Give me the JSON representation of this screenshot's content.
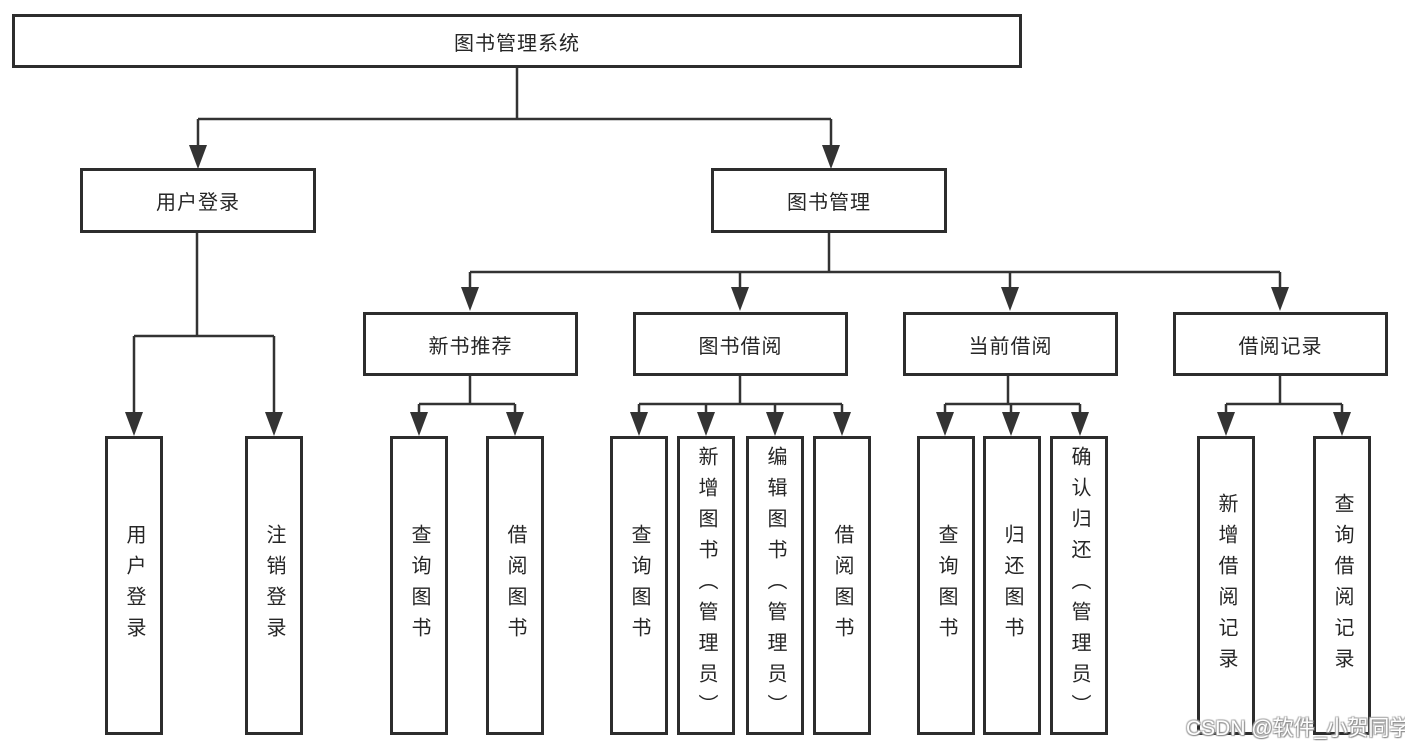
{
  "tree": {
    "root": {
      "label": "图书管理系统",
      "children": [
        {
          "label": "用户登录",
          "children": [
            {
              "label": "用户登录"
            },
            {
              "label": "注销登录"
            }
          ]
        },
        {
          "label": "图书管理",
          "children": [
            {
              "label": "新书推荐",
              "children": [
                {
                  "label": "查询图书"
                },
                {
                  "label": "借阅图书"
                }
              ]
            },
            {
              "label": "图书借阅",
              "children": [
                {
                  "label": "查询图书"
                },
                {
                  "label": "新增图书（管理员）"
                },
                {
                  "label": "编辑图书（管理员）"
                },
                {
                  "label": "借阅图书"
                }
              ]
            },
            {
              "label": "当前借阅",
              "children": [
                {
                  "label": "查询图书"
                },
                {
                  "label": "归还图书"
                },
                {
                  "label": "确认归还（管理员）"
                }
              ]
            },
            {
              "label": "借阅记录",
              "children": [
                {
                  "label": "新增借阅记录"
                },
                {
                  "label": "查询借阅记录"
                }
              ]
            }
          ]
        }
      ]
    }
  },
  "watermark": {
    "text": "CSDN @软件_小贺同学"
  },
  "colors": {
    "line": "#333333",
    "box_border": "#2d2d2d",
    "text": "#262626",
    "background": "#ffffff",
    "watermark_text": "#ffffff",
    "watermark_shadow": "#8c8c8c"
  }
}
